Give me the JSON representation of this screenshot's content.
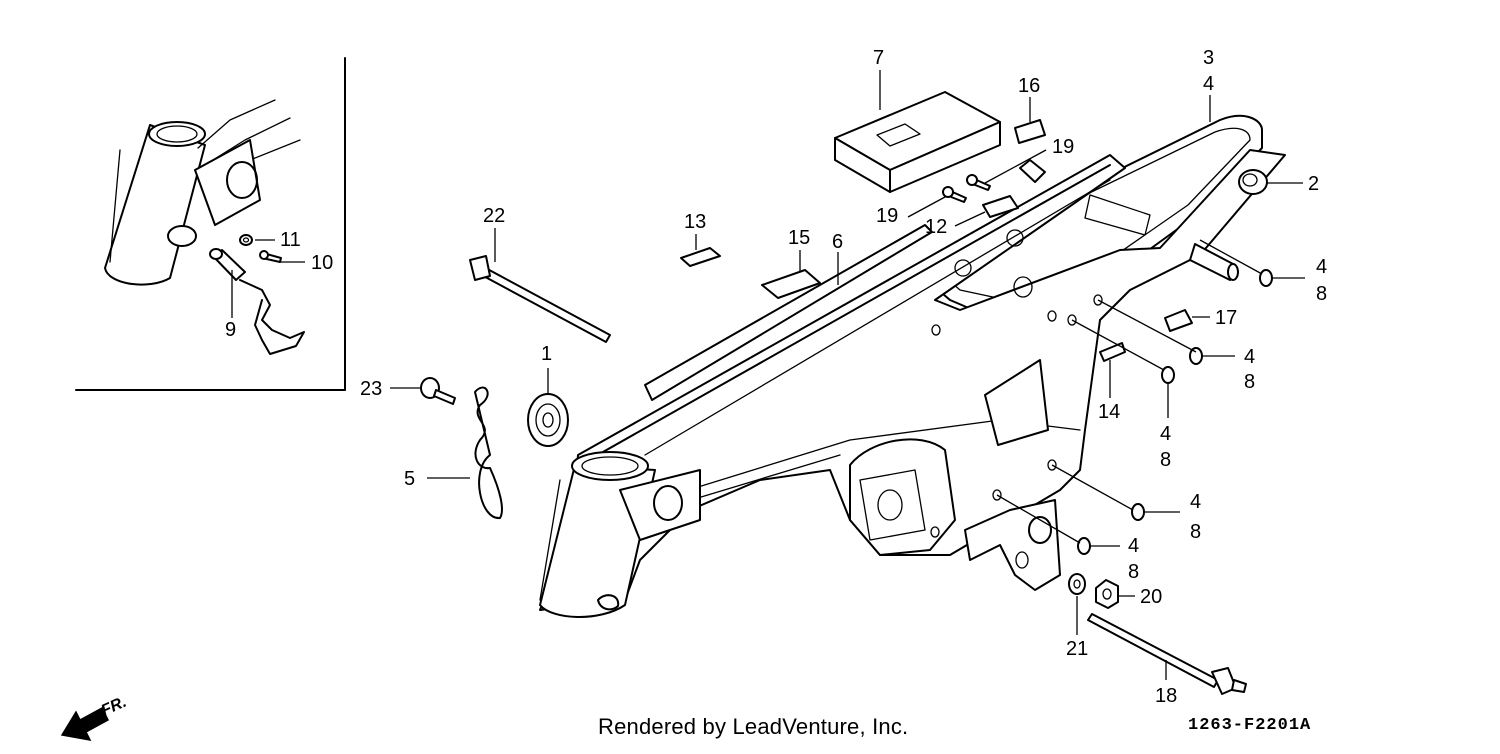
{
  "diagram": {
    "callouts": [
      {
        "id": "c1",
        "text": "1"
      },
      {
        "id": "c2",
        "text": "2"
      },
      {
        "id": "c3",
        "text": "3"
      },
      {
        "id": "c4a",
        "text": "4"
      },
      {
        "id": "c5",
        "text": "5"
      },
      {
        "id": "c6",
        "text": "6"
      },
      {
        "id": "c7",
        "text": "7"
      },
      {
        "id": "c9",
        "text": "9"
      },
      {
        "id": "c10",
        "text": "10"
      },
      {
        "id": "c11",
        "text": "11"
      },
      {
        "id": "c12",
        "text": "12"
      },
      {
        "id": "c13",
        "text": "13"
      },
      {
        "id": "c14",
        "text": "14"
      },
      {
        "id": "c15",
        "text": "15"
      },
      {
        "id": "c16",
        "text": "16"
      },
      {
        "id": "c17",
        "text": "17"
      },
      {
        "id": "c18",
        "text": "18"
      },
      {
        "id": "c19a",
        "text": "19"
      },
      {
        "id": "c19b",
        "text": "19"
      },
      {
        "id": "c20",
        "text": "20"
      },
      {
        "id": "c21",
        "text": "21"
      },
      {
        "id": "c22",
        "text": "22"
      },
      {
        "id": "c23",
        "text": "23"
      },
      {
        "id": "c4b",
        "text": "4"
      },
      {
        "id": "c8b",
        "text": "8"
      },
      {
        "id": "c4c",
        "text": "4"
      },
      {
        "id": "c8c",
        "text": "8"
      },
      {
        "id": "c4d",
        "text": "4"
      },
      {
        "id": "c8d",
        "text": "8"
      },
      {
        "id": "c4e",
        "text": "4"
      },
      {
        "id": "c8e",
        "text": "8"
      },
      {
        "id": "c4f",
        "text": "4"
      },
      {
        "id": "c8f",
        "text": "8"
      }
    ],
    "direction_label": "FR."
  },
  "footer": {
    "credit": "Rendered by LeadVenture, Inc.",
    "diagram_code": "1263-F2201A"
  }
}
